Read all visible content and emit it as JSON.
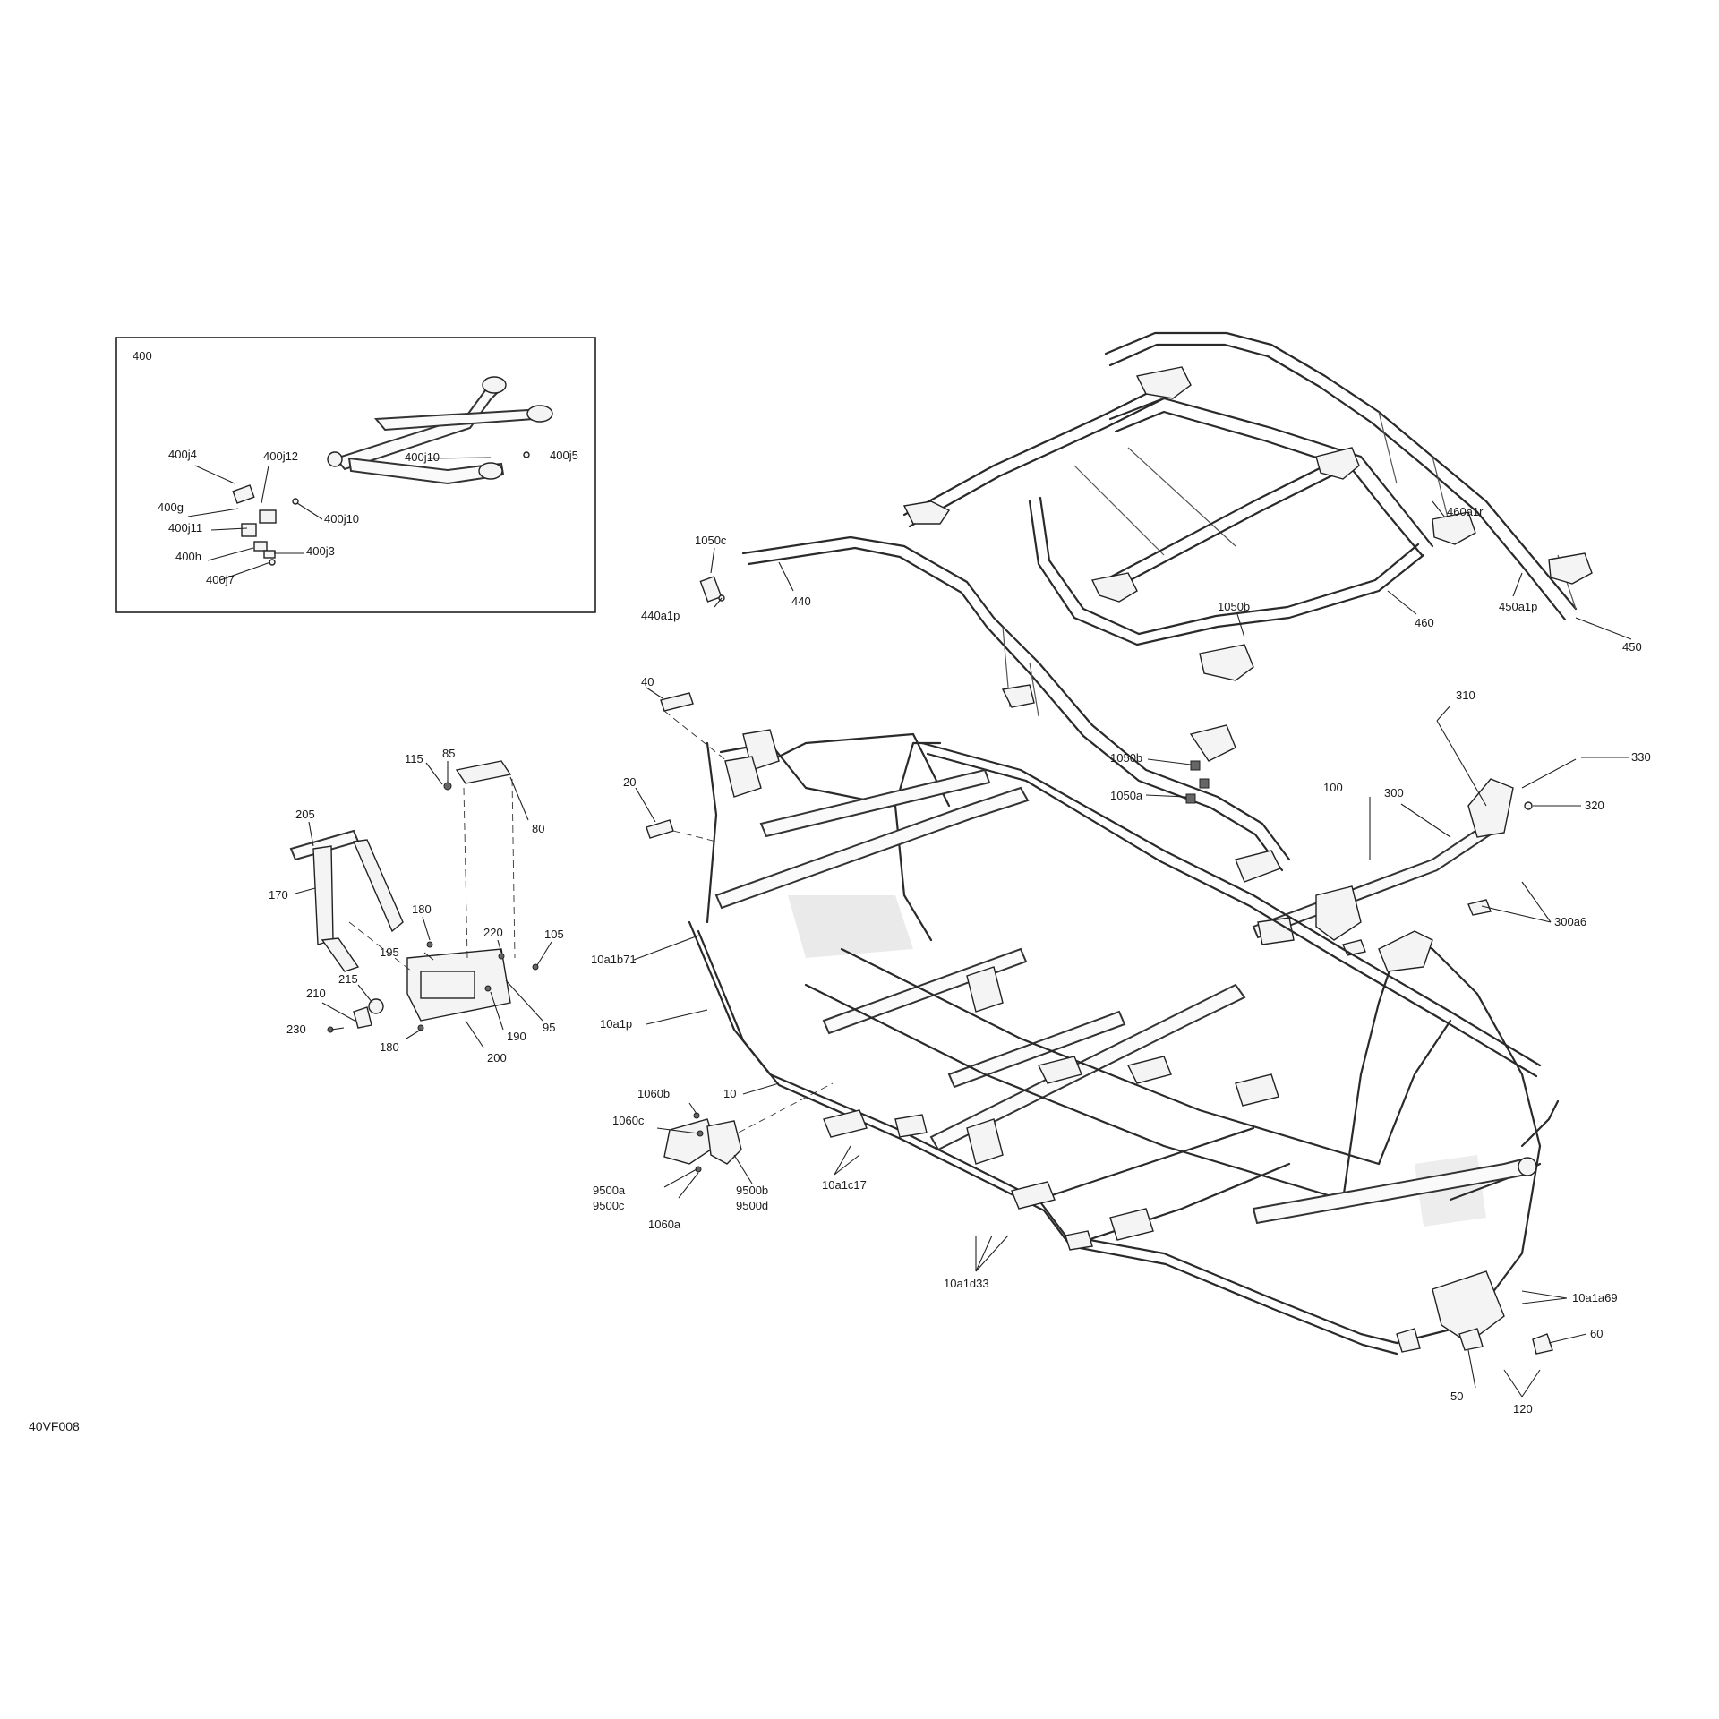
{
  "diagram_code": "40VF008",
  "inset": {
    "title": "400"
  },
  "labels": {
    "l400j4": "400j4",
    "l400j12": "400j12",
    "l400j10a": "400j10",
    "l400j5": "400j5",
    "l400g": "400g",
    "l400j11": "400j11",
    "l400j10b": "400j10",
    "l400h": "400h",
    "l400j3": "400j3",
    "l400j7": "400j7",
    "l1050c": "1050c",
    "l440a1p": "440a1p",
    "l440": "440",
    "l460": "460",
    "l1050b_top": "1050b",
    "l460a1r": "460a1r",
    "l450a1p": "450a1p",
    "l450": "450",
    "l40": "40",
    "l20": "20",
    "l1050b": "1050b",
    "l1050a": "1050a",
    "l310": "310",
    "l330": "330",
    "l100": "100",
    "l300": "300",
    "l320": "320",
    "l300a6": "300a6",
    "l85": "85",
    "l115": "115",
    "l80": "80",
    "l205": "205",
    "l170": "170",
    "l180a": "180",
    "l220": "220",
    "l105": "105",
    "l195": "195",
    "l210": "210",
    "l215": "215",
    "l95": "95",
    "l230": "230",
    "l190": "190",
    "l180b": "180",
    "l200": "200",
    "l10a1b71": "10a1b71",
    "l10a1p": "10a1p",
    "l10": "10",
    "l1060b": "1060b",
    "l1060c": "1060c",
    "l9500a": "9500a",
    "l9500c": "9500c",
    "l9500b": "9500b",
    "l9500d": "9500d",
    "l1060a": "1060a",
    "l10a1c17": "10a1c17",
    "l10a1d33": "10a1d33",
    "l10a1a69": "10a1a69",
    "l60": "60",
    "l50": "50",
    "l120": "120"
  }
}
